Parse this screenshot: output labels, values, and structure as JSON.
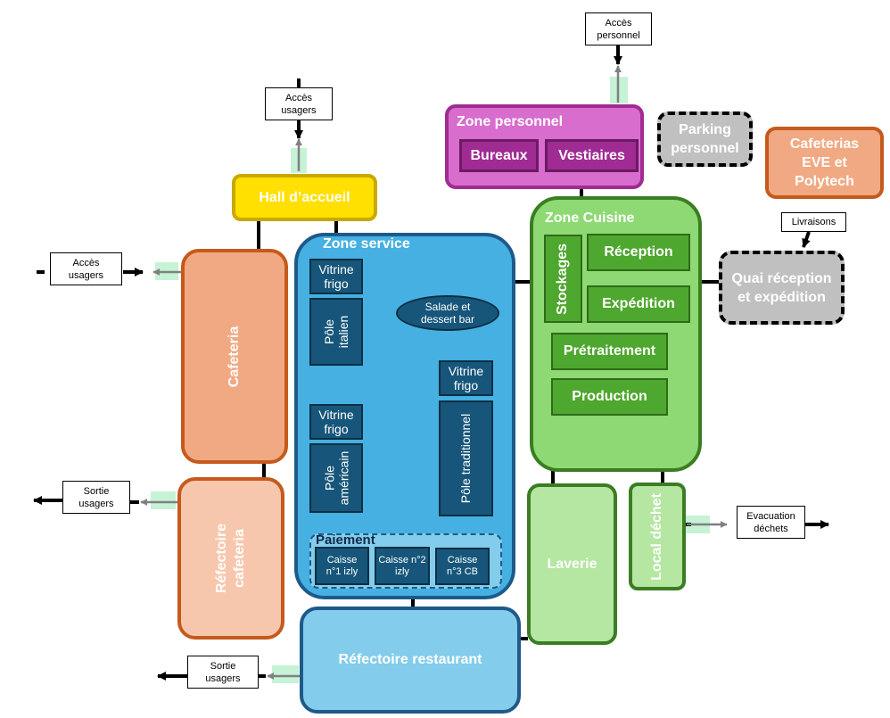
{
  "zones": {
    "hall": "Hall d’accueil",
    "cafeteria": "Cafeteria",
    "refectoire_cafeteria": "Réfectoire cafeteria",
    "zone_service": "Zone service",
    "refectoire_restaurant": "Réfectoire restaurant",
    "zone_personnel": "Zone personnel",
    "bureaux": "Bureaux",
    "vestiaires": "Vestiaires",
    "parking": "Parking personnel",
    "cafeterias_eve": "Cafeterias EVE et Polytech",
    "zone_cuisine": "Zone Cuisine",
    "stockages": "Stockages",
    "reception": "Réception",
    "expedition": "Expédition",
    "pretraitement": "Prétraitement",
    "production": "Production",
    "quai": "Quai réception et expédition",
    "laverie": "Laverie",
    "local_dechet": "Local déchet"
  },
  "service": {
    "vitrine_frigo_1": "Vitrine frigo",
    "pole_italien": "Pôle italien",
    "vitrine_frigo_2": "Vitrine frigo",
    "pole_americain": "Pôle américain",
    "salade_bar": "Salade et dessert bar",
    "vitrine_frigo_3": "Vitrine frigo",
    "pole_traditionnel": "Pôle traditionnel",
    "paiement": "Paiement",
    "caisse1": "Caisse n°1 izly",
    "caisse2": "Caisse n°2 izly",
    "caisse3": "Caisse n°3 CB"
  },
  "flows": {
    "acces_usagers_top": "Accès usagers",
    "acces_usagers_left": "Accès usagers",
    "acces_personnel": "Accès personnel",
    "livraisons": "Livraisons",
    "sortie_usagers_1": "Sortie usagers",
    "sortie_usagers_2": "Sortie usagers",
    "evacuation_dechets": "Evacuation déchets"
  },
  "colors": {
    "yellow": "#ffe000",
    "salmon": "#f1a983",
    "salmon_light": "#f7c7ad",
    "orange_border": "#c55a1d",
    "blue": "#45b0e1",
    "blue_light": "#83cceb",
    "blue_border": "#1d5a8a",
    "navy": "#17567a",
    "magenta": "#d86dcd",
    "magenta_dark": "#a02b93",
    "green_light": "#8ed973",
    "green": "#4ea72e",
    "green_pale": "#b5e6a2",
    "grey": "#c0c0c0"
  }
}
